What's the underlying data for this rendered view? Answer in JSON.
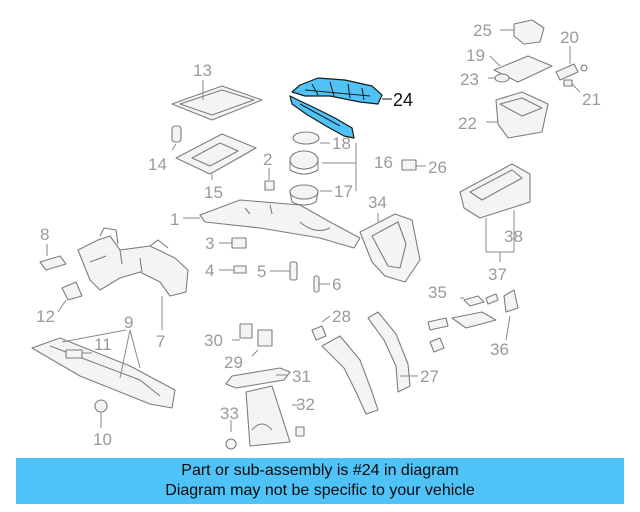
{
  "diagram": {
    "callouts": [
      {
        "id": "1",
        "label": "1"
      },
      {
        "id": "2",
        "label": "2"
      },
      {
        "id": "3",
        "label": "3"
      },
      {
        "id": "4",
        "label": "4"
      },
      {
        "id": "5",
        "label": "5"
      },
      {
        "id": "6",
        "label": "6"
      },
      {
        "id": "7",
        "label": "7"
      },
      {
        "id": "8",
        "label": "8"
      },
      {
        "id": "9",
        "label": "9"
      },
      {
        "id": "10",
        "label": "10"
      },
      {
        "id": "11",
        "label": "11"
      },
      {
        "id": "12",
        "label": "12"
      },
      {
        "id": "13",
        "label": "13"
      },
      {
        "id": "14",
        "label": "14"
      },
      {
        "id": "15",
        "label": "15"
      },
      {
        "id": "16",
        "label": "16"
      },
      {
        "id": "17",
        "label": "17"
      },
      {
        "id": "18",
        "label": "18"
      },
      {
        "id": "19",
        "label": "19"
      },
      {
        "id": "20",
        "label": "20"
      },
      {
        "id": "21",
        "label": "21"
      },
      {
        "id": "22",
        "label": "22"
      },
      {
        "id": "23",
        "label": "23"
      },
      {
        "id": "24",
        "label": "24"
      },
      {
        "id": "25",
        "label": "25"
      },
      {
        "id": "26",
        "label": "26"
      },
      {
        "id": "27",
        "label": "27"
      },
      {
        "id": "28",
        "label": "28"
      },
      {
        "id": "29",
        "label": "29"
      },
      {
        "id": "30",
        "label": "30"
      },
      {
        "id": "31",
        "label": "31"
      },
      {
        "id": "32",
        "label": "32"
      },
      {
        "id": "33",
        "label": "33"
      },
      {
        "id": "34",
        "label": "34"
      },
      {
        "id": "35",
        "label": "35"
      },
      {
        "id": "36",
        "label": "36"
      },
      {
        "id": "37",
        "label": "37"
      },
      {
        "id": "38",
        "label": "38"
      }
    ],
    "highlighted_part": "24",
    "highlight_color": "#4fc3f7"
  },
  "banner": {
    "line1": "Part or sub-assembly is #24 in diagram",
    "line2": "Diagram may not be specific to your vehicle",
    "color": "#4fc3f7"
  }
}
